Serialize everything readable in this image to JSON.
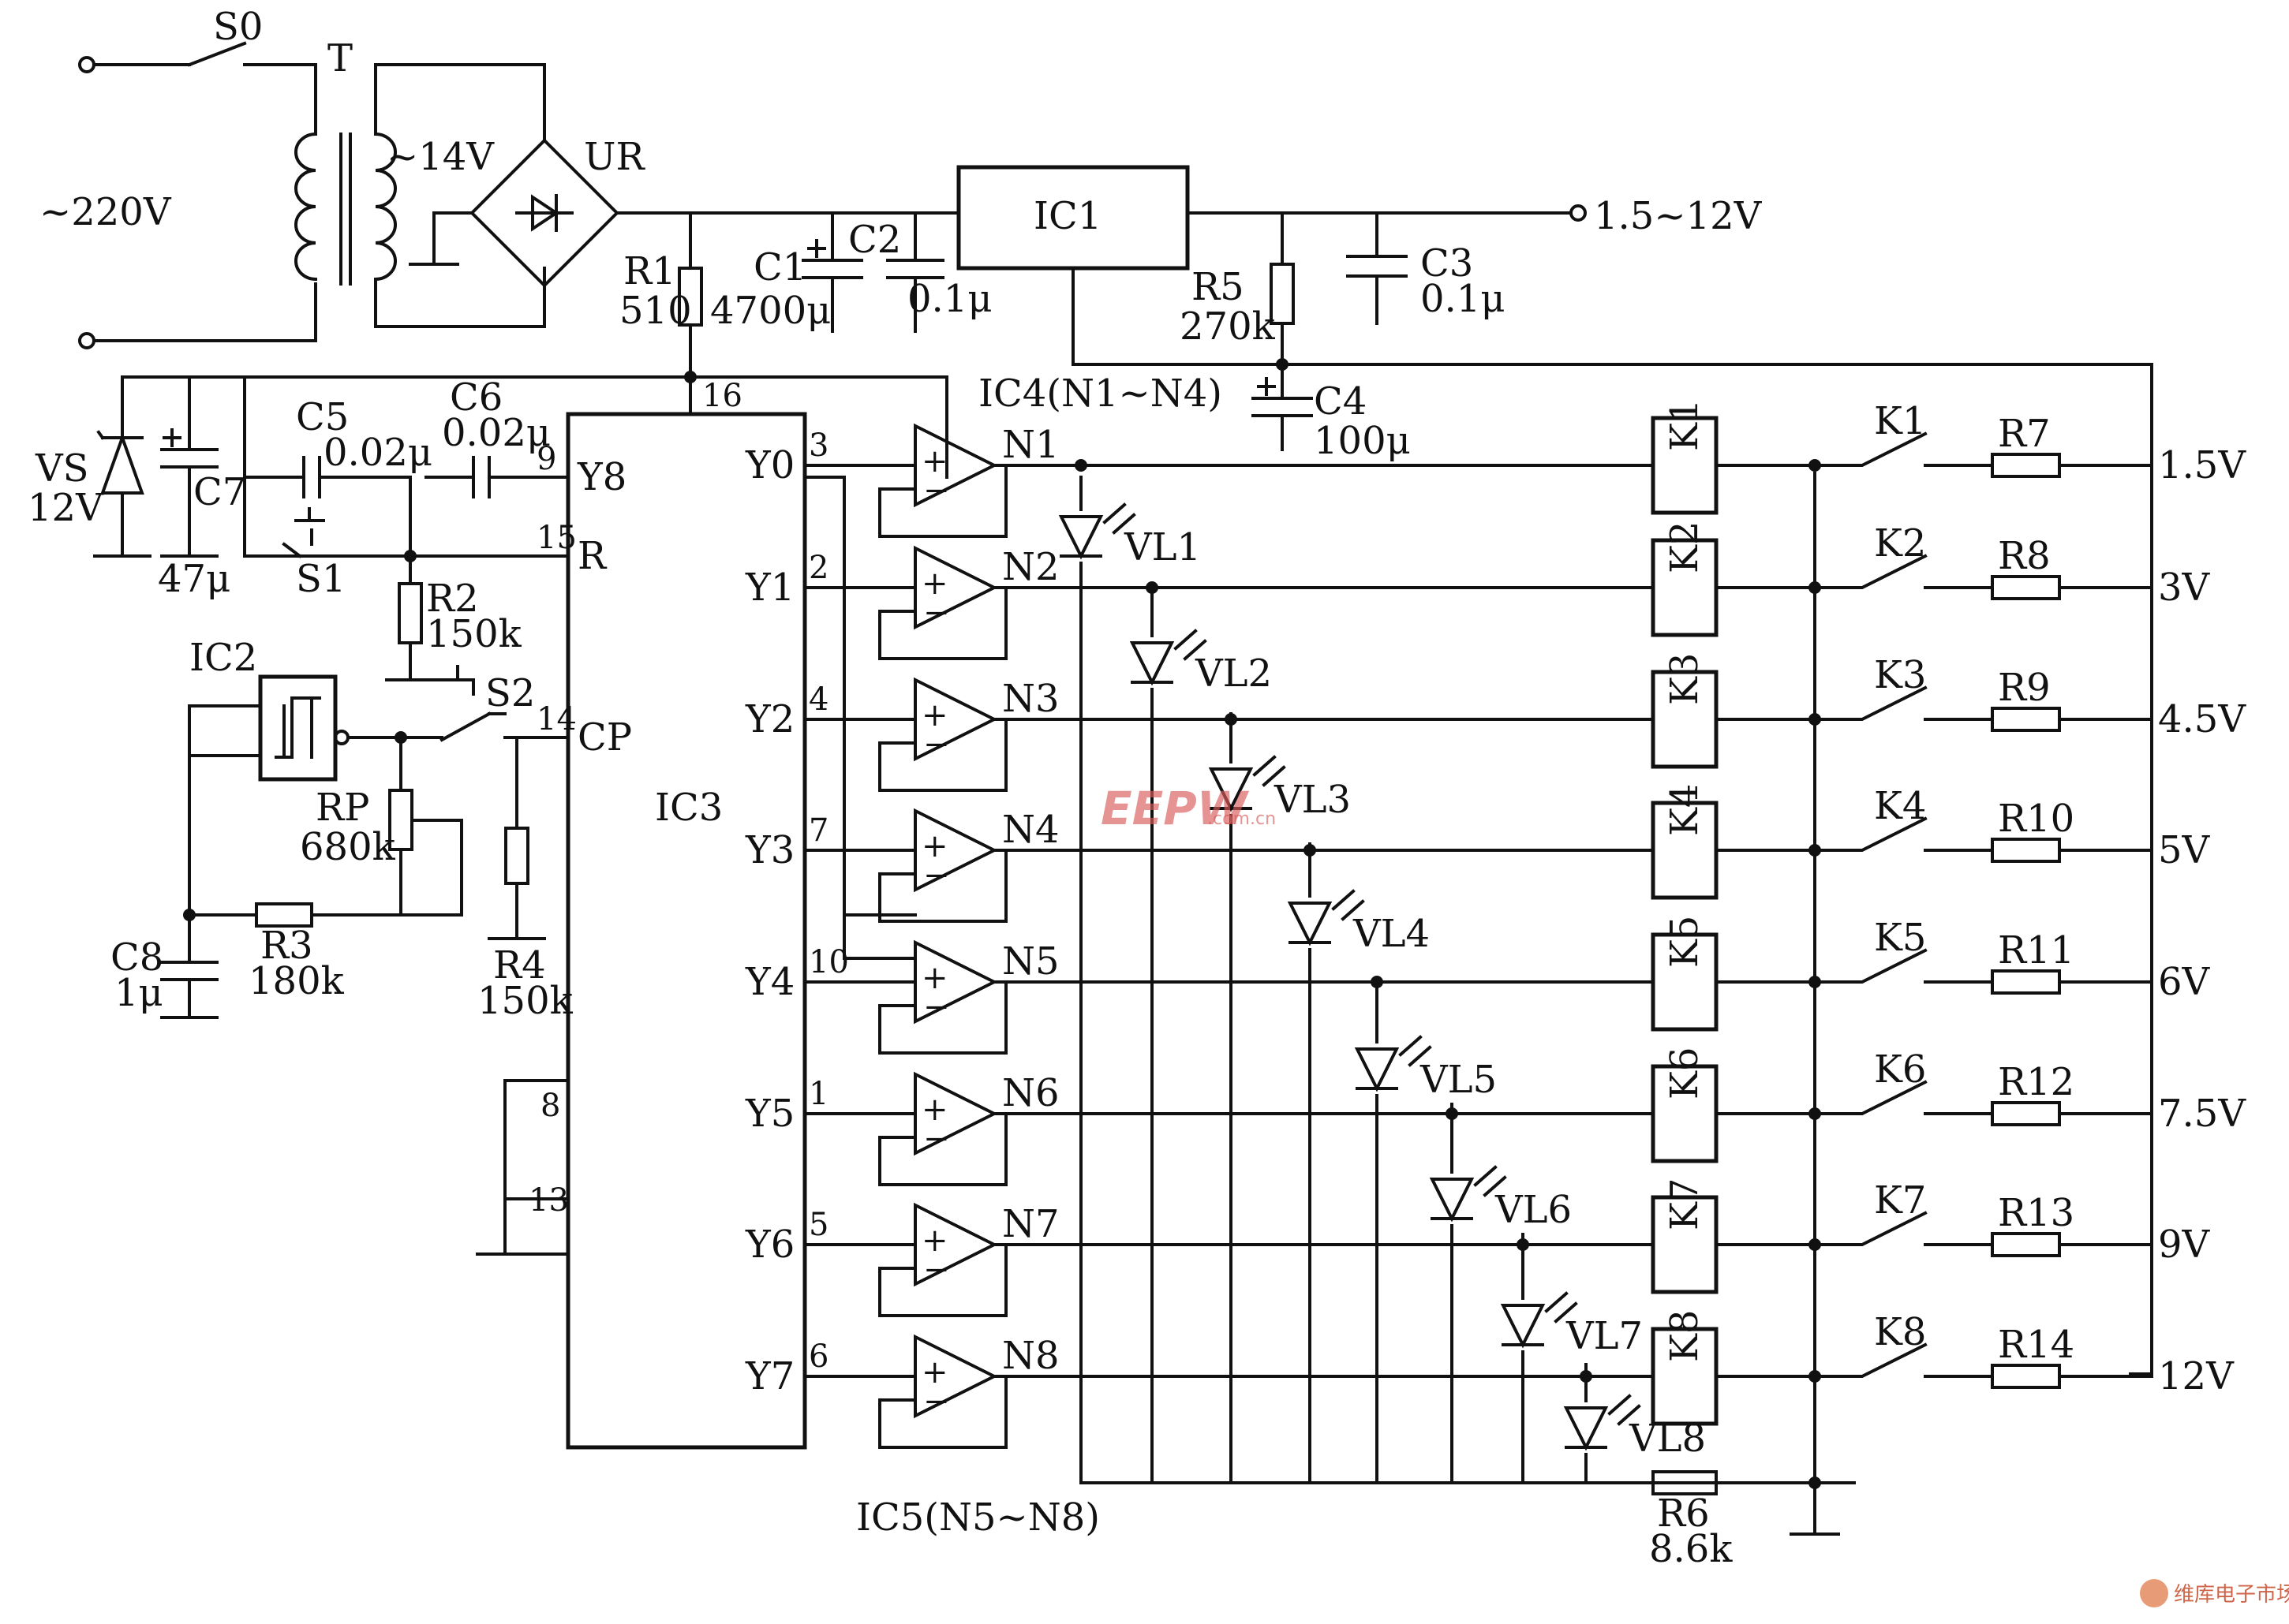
{
  "power": {
    "switch": "S0",
    "transformer": "T",
    "mains": "~220V",
    "secondary": "~14V",
    "bridge": "UR",
    "regulator": "IC1",
    "output": "1.5~12V"
  },
  "parts": {
    "R1": "R1",
    "R1_val": "510",
    "C1": "C1",
    "C1_val": "4700μ",
    "C2": "C2",
    "C2_val": "0.1μ",
    "R5": "R5",
    "R5_val": "270k",
    "C3": "C3",
    "C3_val": "0.1μ",
    "C4": "C4",
    "C4_val": "100μ",
    "IC4": "IC4(N1~N4)",
    "IC5": "IC5(N5~N8)",
    "VS": "VS",
    "VS_val": "12V",
    "C7": "C7",
    "C7_val": "47μ",
    "C5": "C5",
    "C5_val": "0.02μ",
    "C6": "C6",
    "C6_val": "0.02μ",
    "S1": "S1",
    "S2": "S2",
    "R2": "R2",
    "R2_val": "150k",
    "IC2": "IC2",
    "RP": "RP",
    "RP_val": "680k",
    "R3": "R3",
    "R3_val": "180k",
    "C8": "C8",
    "C8_val": "1μ",
    "R4": "R4",
    "R4_val": "150k",
    "IC3": "IC3",
    "R6": "R6",
    "R6_val": "8.6k"
  },
  "ic3": {
    "inputs": [
      {
        "name": "Y8",
        "pin": "9"
      },
      {
        "name": "R",
        "pin": "15"
      },
      {
        "name": "CP",
        "pin": "14"
      }
    ],
    "vcc_pin": "16",
    "gnd_pins": [
      "8",
      "13"
    ],
    "outputs": [
      {
        "name": "Y0",
        "pin": "3"
      },
      {
        "name": "Y1",
        "pin": "2"
      },
      {
        "name": "Y2",
        "pin": "4"
      },
      {
        "name": "Y3",
        "pin": "7"
      },
      {
        "name": "Y4",
        "pin": "10"
      },
      {
        "name": "Y5",
        "pin": "1"
      },
      {
        "name": "Y6",
        "pin": "5"
      },
      {
        "name": "Y7",
        "pin": "6"
      }
    ]
  },
  "channels": [
    {
      "amp": "N1",
      "relay": "K1",
      "contact": "K1",
      "resistor": "R7",
      "voltage": "1.5V"
    },
    {
      "amp": "N2",
      "relay": "K2",
      "contact": "K2",
      "resistor": "R8",
      "voltage": "3V"
    },
    {
      "amp": "N3",
      "relay": "K3",
      "contact": "K3",
      "resistor": "R9",
      "voltage": "4.5V"
    },
    {
      "amp": "N4",
      "relay": "K4",
      "contact": "K4",
      "resistor": "R10",
      "voltage": "5V"
    },
    {
      "amp": "N5",
      "relay": "K5",
      "contact": "K5",
      "resistor": "R11",
      "voltage": "6V"
    },
    {
      "amp": "N6",
      "relay": "K6",
      "contact": "K6",
      "resistor": "R12",
      "voltage": "7.5V"
    },
    {
      "amp": "N7",
      "relay": "K7",
      "contact": "K7",
      "resistor": "R13",
      "voltage": "9V"
    },
    {
      "amp": "N8",
      "relay": "K8",
      "contact": "K8",
      "resistor": "R14",
      "voltage": "12V"
    }
  ],
  "leds": [
    "VL1",
    "VL2",
    "VL3",
    "VL4",
    "VL5",
    "VL6",
    "VL7",
    "VL8"
  ],
  "watermarks": {
    "center": "EEPW",
    "center_sub": ".com.cn",
    "corner": "维库电子市场网"
  }
}
